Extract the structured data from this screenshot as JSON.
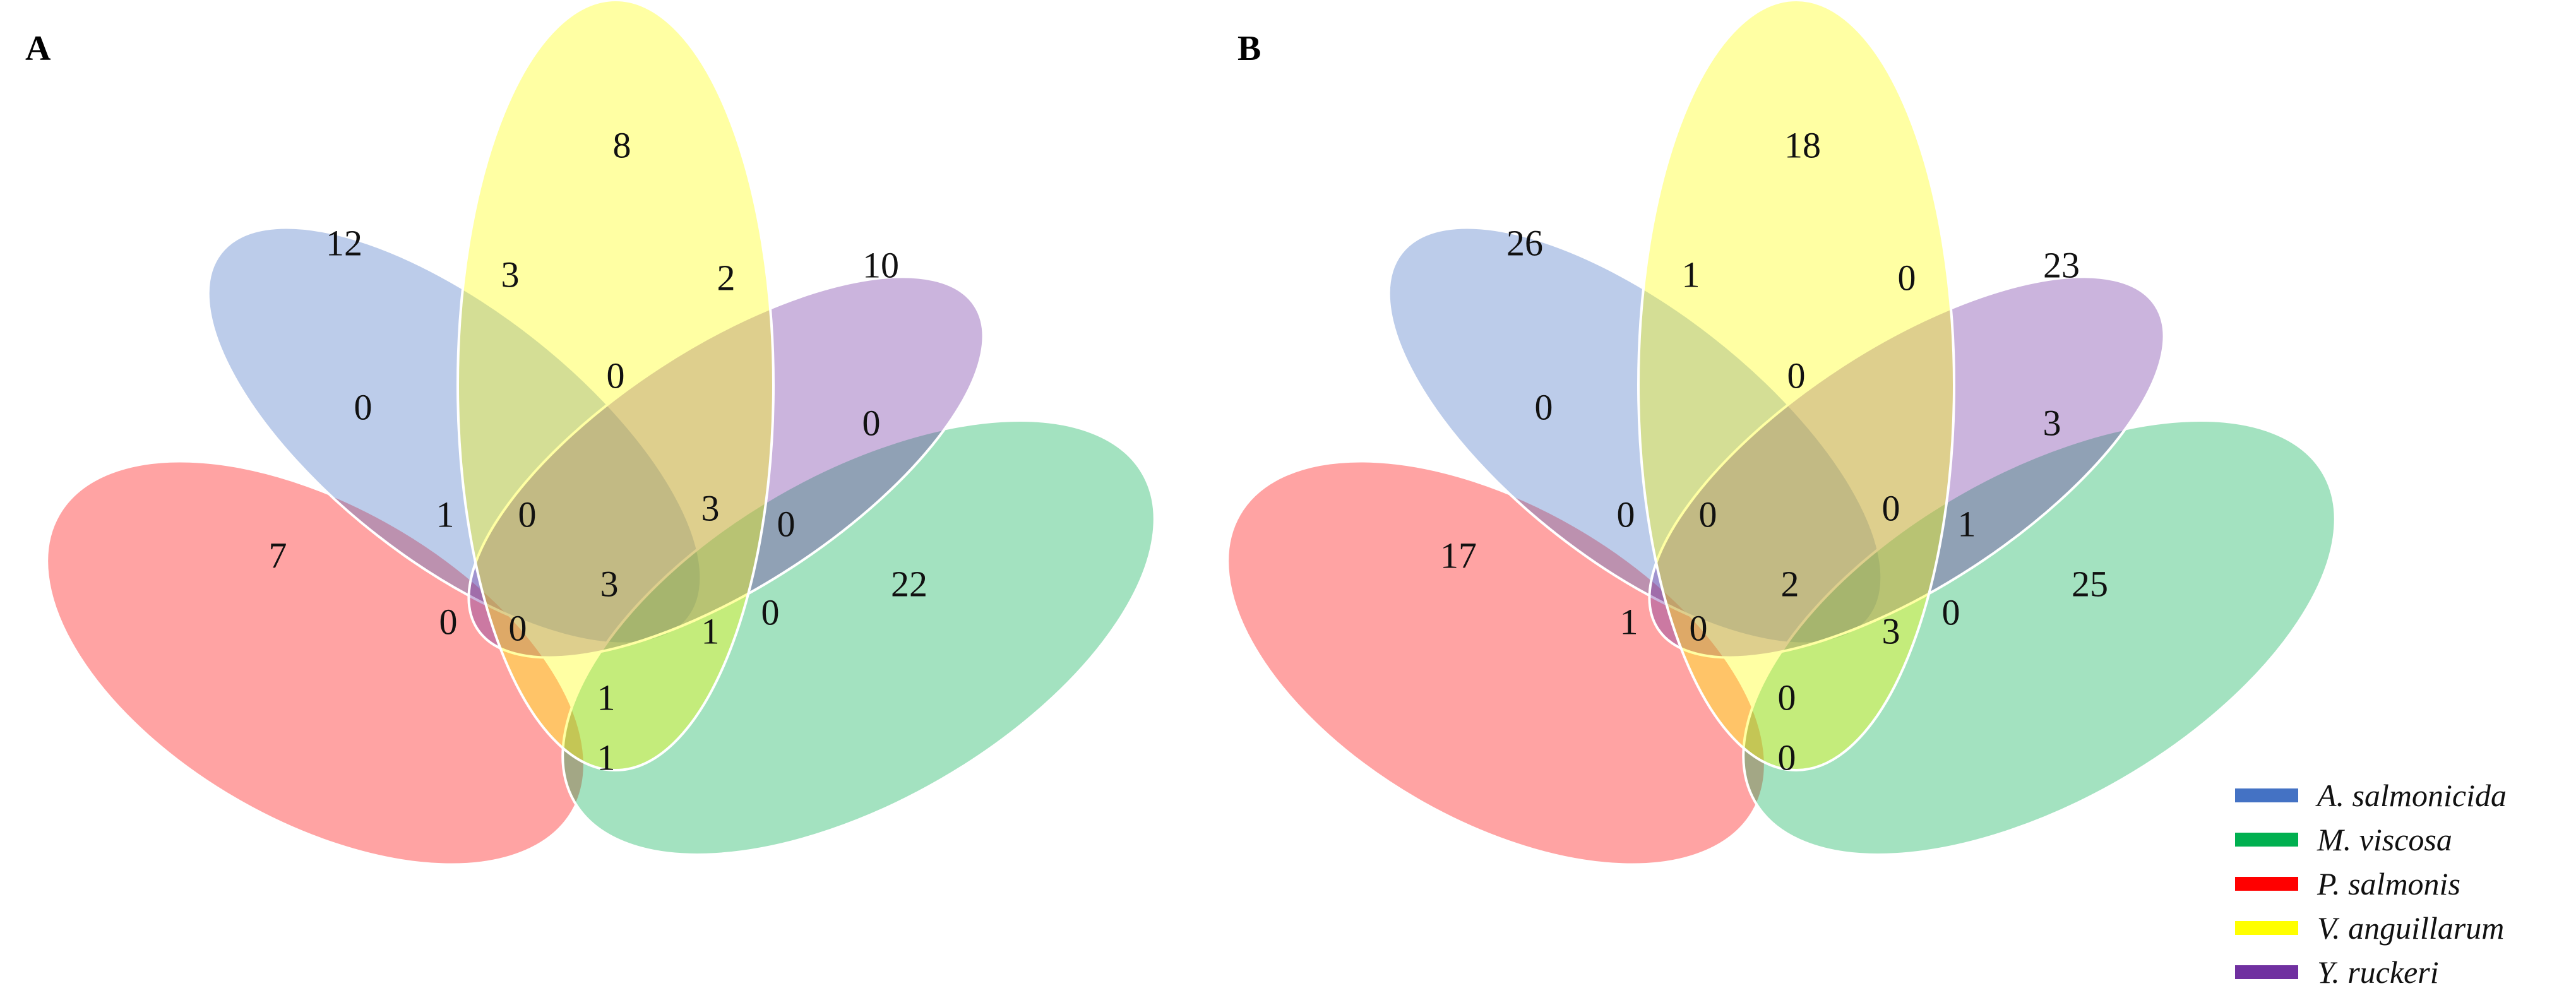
{
  "panels": [
    {
      "label": "A",
      "regions": [
        {
          "set": "V. anguillarum",
          "value": 8
        },
        {
          "set": "A. salmonicida",
          "value": 12
        },
        {
          "set": "Y. ruckeri",
          "value": 10
        },
        {
          "set": "P. salmonis",
          "value": 7
        },
        {
          "set": "M. viscosa",
          "value": 22
        },
        {
          "set": "A ∩ V",
          "value": 3
        },
        {
          "set": "V ∩ Y",
          "value": 2
        },
        {
          "set": "A ∩ V ∩ Y",
          "value": 0
        },
        {
          "set": "A ∩ P",
          "value": 0
        },
        {
          "set": "Y ∩ M",
          "value": 0
        },
        {
          "set": "A ∩ P ∩ M",
          "value": 1
        },
        {
          "set": "A ∩ V ∩ P",
          "value": 0
        },
        {
          "set": "V ∩ Y ∩ M",
          "value": 3
        },
        {
          "set": "A ∩ Y ∩ M",
          "value": 0
        },
        {
          "set": "P ∩ M",
          "value": 0
        },
        {
          "set": "P ∩ V ∩ M",
          "value": 0
        },
        {
          "set": "all five",
          "value": 3
        },
        {
          "set": "A ∩ M",
          "value": 1
        },
        {
          "set": "Y ∩ M ∩ A",
          "value": 0
        },
        {
          "set": "V ∩ P ∩ M",
          "value": 1
        },
        {
          "set": "P ∩ M (lower)",
          "value": 1
        }
      ]
    },
    {
      "label": "B",
      "regions": [
        {
          "set": "V. anguillarum",
          "value": 18
        },
        {
          "set": "A. salmonicida",
          "value": 26
        },
        {
          "set": "Y. ruckeri",
          "value": 23
        },
        {
          "set": "P. salmonis",
          "value": 17
        },
        {
          "set": "M. viscosa",
          "value": 25
        },
        {
          "set": "A ∩ V",
          "value": 1
        },
        {
          "set": "V ∩ Y",
          "value": 0
        },
        {
          "set": "A ∩ V ∩ Y",
          "value": 0
        },
        {
          "set": "A ∩ P",
          "value": 0
        },
        {
          "set": "Y ∩ M",
          "value": 3
        },
        {
          "set": "A ∩ P ∩ M",
          "value": 0
        },
        {
          "set": "A ∩ V ∩ P",
          "value": 0
        },
        {
          "set": "V ∩ Y ∩ M",
          "value": 0
        },
        {
          "set": "A ∩ Y ∩ M",
          "value": 1
        },
        {
          "set": "P ∩ M",
          "value": 1
        },
        {
          "set": "P ∩ V ∩ M",
          "value": 0
        },
        {
          "set": "all five",
          "value": 2
        },
        {
          "set": "A ∩ M",
          "value": 3
        },
        {
          "set": "Y ∩ M ∩ A",
          "value": 0
        },
        {
          "set": "V ∩ P ∩ M",
          "value": 0
        },
        {
          "set": "P ∩ M (lower)",
          "value": 0
        }
      ]
    }
  ],
  "legend": [
    {
      "name": "A. salmonicida",
      "color": "#4472c4"
    },
    {
      "name": "M. viscosa",
      "color": "#00b050"
    },
    {
      "name": "P. salmonis",
      "color": "#ff0000"
    },
    {
      "name": "V. anguillarum",
      "color": "#ffff00"
    },
    {
      "name": "Y. ruckeri",
      "color": "#7030a0"
    }
  ],
  "set_colors": {
    "A. salmonicida": "#4472c4",
    "M. viscosa": "#00b050",
    "P. salmonis": "#ff0000",
    "V. anguillarum": "#ffff00",
    "Y. ruckeri": "#7030a0"
  }
}
